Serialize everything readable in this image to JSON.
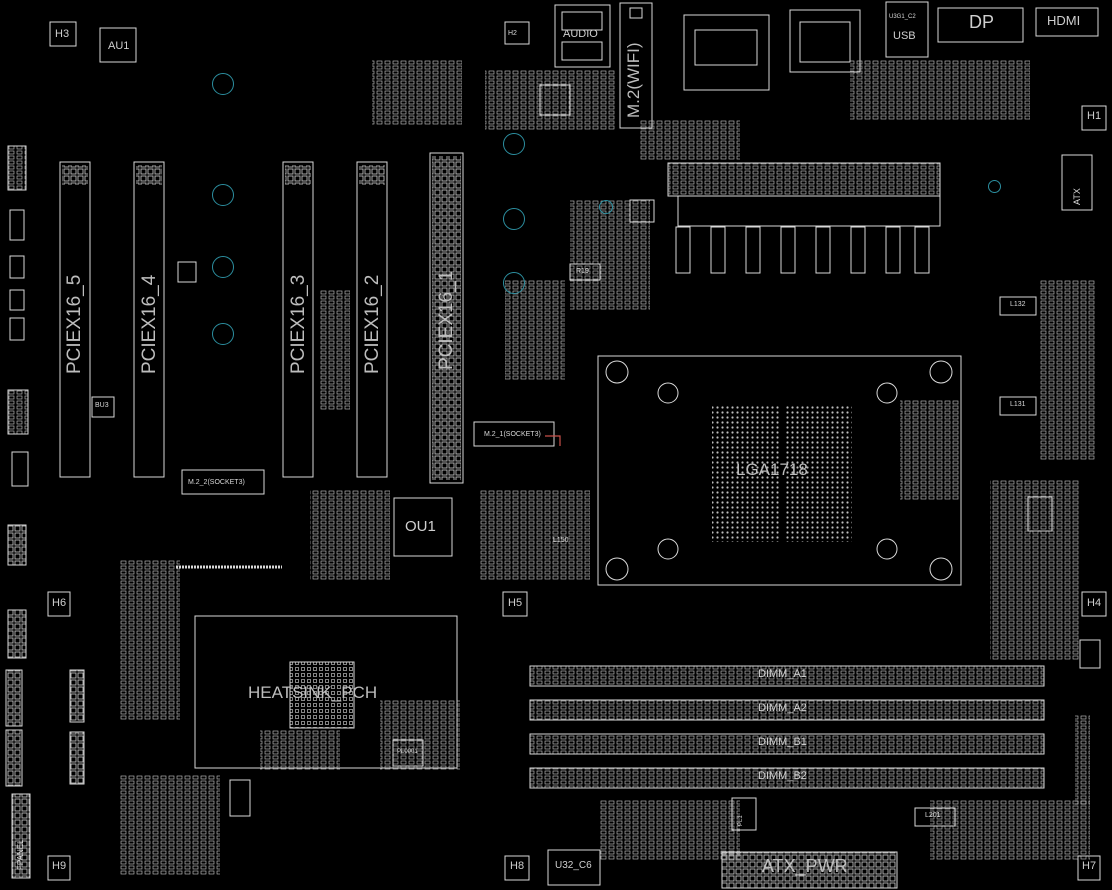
{
  "board": {
    "connectors": {
      "audio": "AUDIO",
      "m2_wifi": "M.2(WIFI)",
      "dp": "DP",
      "hdmi": "HDMI",
      "usb": "USB",
      "usb_small": "U3G1_C2",
      "atx_pwr": "ATX_PWR",
      "atx_12v": "ATX"
    },
    "slots": {
      "pciex16_5": "PCIEX16_5",
      "pciex16_4": "PCIEX16_4",
      "pciex16_3": "PCIEX16_3",
      "pciex16_2": "PCIEX16_2",
      "pciex16_1": "PCIEX16_1"
    },
    "m2": {
      "m2_1": "M.2_1(SOCKET3)",
      "m2_2": "M.2_2(SOCKET3)"
    },
    "cpu_socket": "LGA1718",
    "heatsink": "HEATSINK_PCH",
    "chips": {
      "au1": "AU1",
      "ou1": "OU1",
      "bu3": "BU3",
      "u32": "U32_C6",
      "pl1": "PL1",
      "pl0001": "PL0001"
    },
    "dimms": [
      "DIMM_A1",
      "DIMM_A2",
      "DIMM_B1",
      "DIMM_B2"
    ],
    "mounting_holes": {
      "h1": "H1",
      "h2": "H2",
      "h3": "H3",
      "h4": "H4",
      "h5": "H5",
      "h6": "H6",
      "h7": "H7",
      "h8": "H8",
      "h9": "H9"
    },
    "small_labels": {
      "l131": "L131",
      "l132": "L132",
      "l201": "L201",
      "l150": "L150",
      "r19": "R19",
      "front_panel": "FPANEL"
    }
  },
  "colors": {
    "background": "#000000",
    "silkscreen": "#d9d9d9",
    "holes": "#2c8fa0",
    "accent_red": "#c8504a"
  }
}
